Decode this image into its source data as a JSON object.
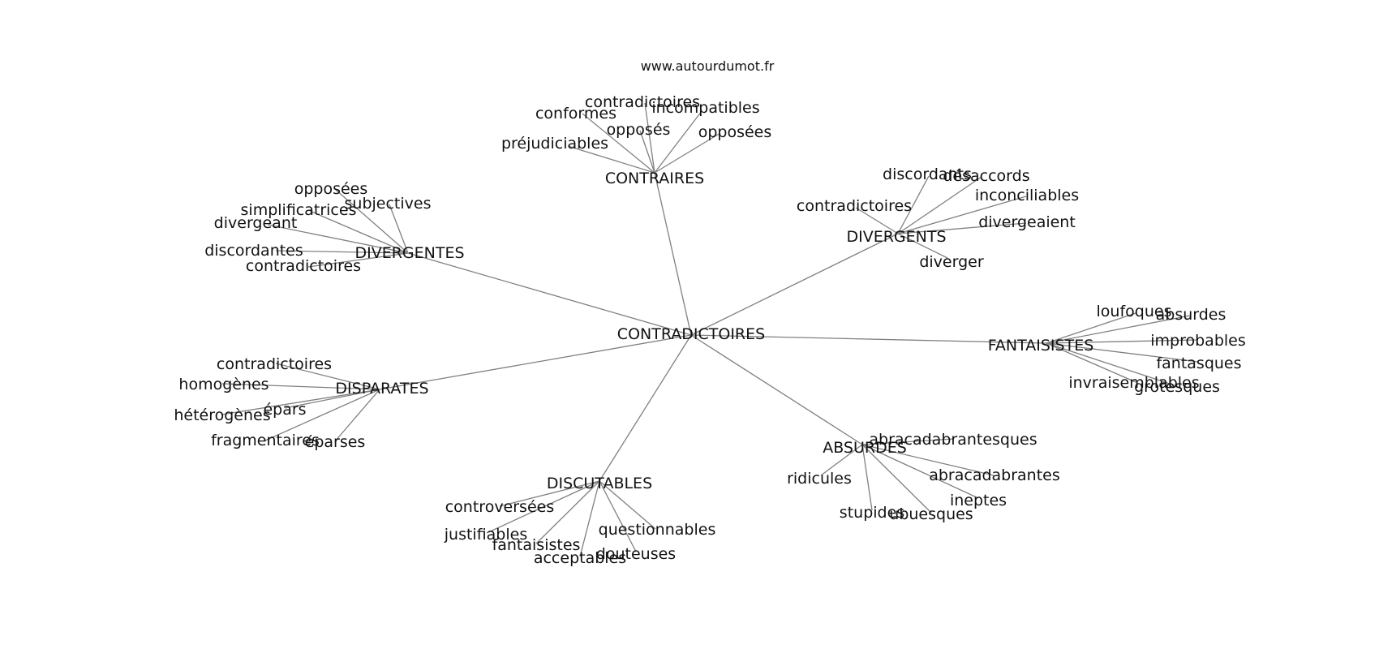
{
  "site": "www.autourdumot.fr",
  "center": "CONTRADICTOIRES",
  "hubs": [
    {
      "id": "contraires",
      "label": "CONTRAIRES",
      "leaves": [
        "contradictoires",
        "incompatibles",
        "conformes",
        "opposés",
        "opposées",
        "préjudiciables"
      ]
    },
    {
      "id": "divergentes",
      "label": "DIVERGENTES",
      "leaves": [
        "opposées",
        "subjectives",
        "simplificatrices",
        "divergeant",
        "discordantes",
        "contradictoires"
      ]
    },
    {
      "id": "divergents",
      "label": "DIVERGENTS",
      "leaves": [
        "discordants",
        "désaccords",
        "inconciliables",
        "contradictoires",
        "divergeaient",
        "diverger"
      ]
    },
    {
      "id": "fantaisistes",
      "label": "FANTAISISTES",
      "leaves": [
        "loufoques",
        "absurdes",
        "improbables",
        "fantasques",
        "invraisemblables",
        "grotesques"
      ]
    },
    {
      "id": "disparates",
      "label": "DISPARATES",
      "leaves": [
        "contradictoires",
        "homogènes",
        "épars",
        "hétérogènes",
        "fragmentaires",
        "éparses"
      ]
    },
    {
      "id": "absurdes",
      "label": "ABSURDES",
      "leaves": [
        "abracadabrantesques",
        "ridicules",
        "abracadabrantes",
        "ineptes",
        "stupides",
        "ubuesques"
      ]
    },
    {
      "id": "discutables",
      "label": "DISCUTABLES",
      "leaves": [
        "controversées",
        "justifiables",
        "questionnables",
        "fantaisistes",
        "douteuses",
        "acceptables"
      ]
    }
  ]
}
